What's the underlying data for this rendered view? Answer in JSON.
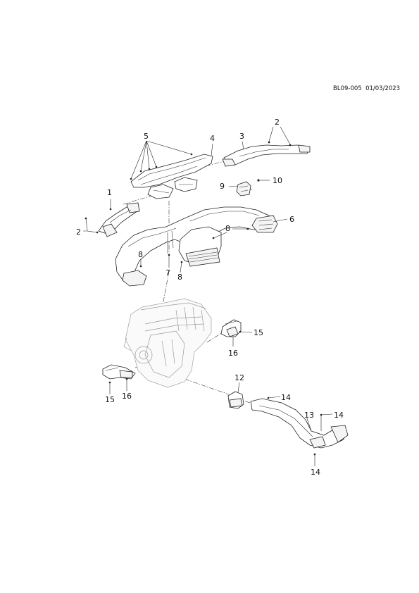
{
  "header": {
    "ref_code": "BL09-005  01/03/2023"
  },
  "callouts": {
    "c1": "1",
    "c2a": "2",
    "c2b": "2",
    "c3": "3",
    "c4": "4",
    "c5": "5",
    "c6": "6",
    "c7": "7",
    "c8a": "8",
    "c8b": "8",
    "c8c": "8",
    "c9": "9",
    "c10": "10",
    "c12": "12",
    "c13": "13",
    "c14a": "14",
    "c14b": "14",
    "c14c": "14",
    "c15a": "15",
    "c15b": "15",
    "c16a": "16",
    "c16b": "16"
  }
}
